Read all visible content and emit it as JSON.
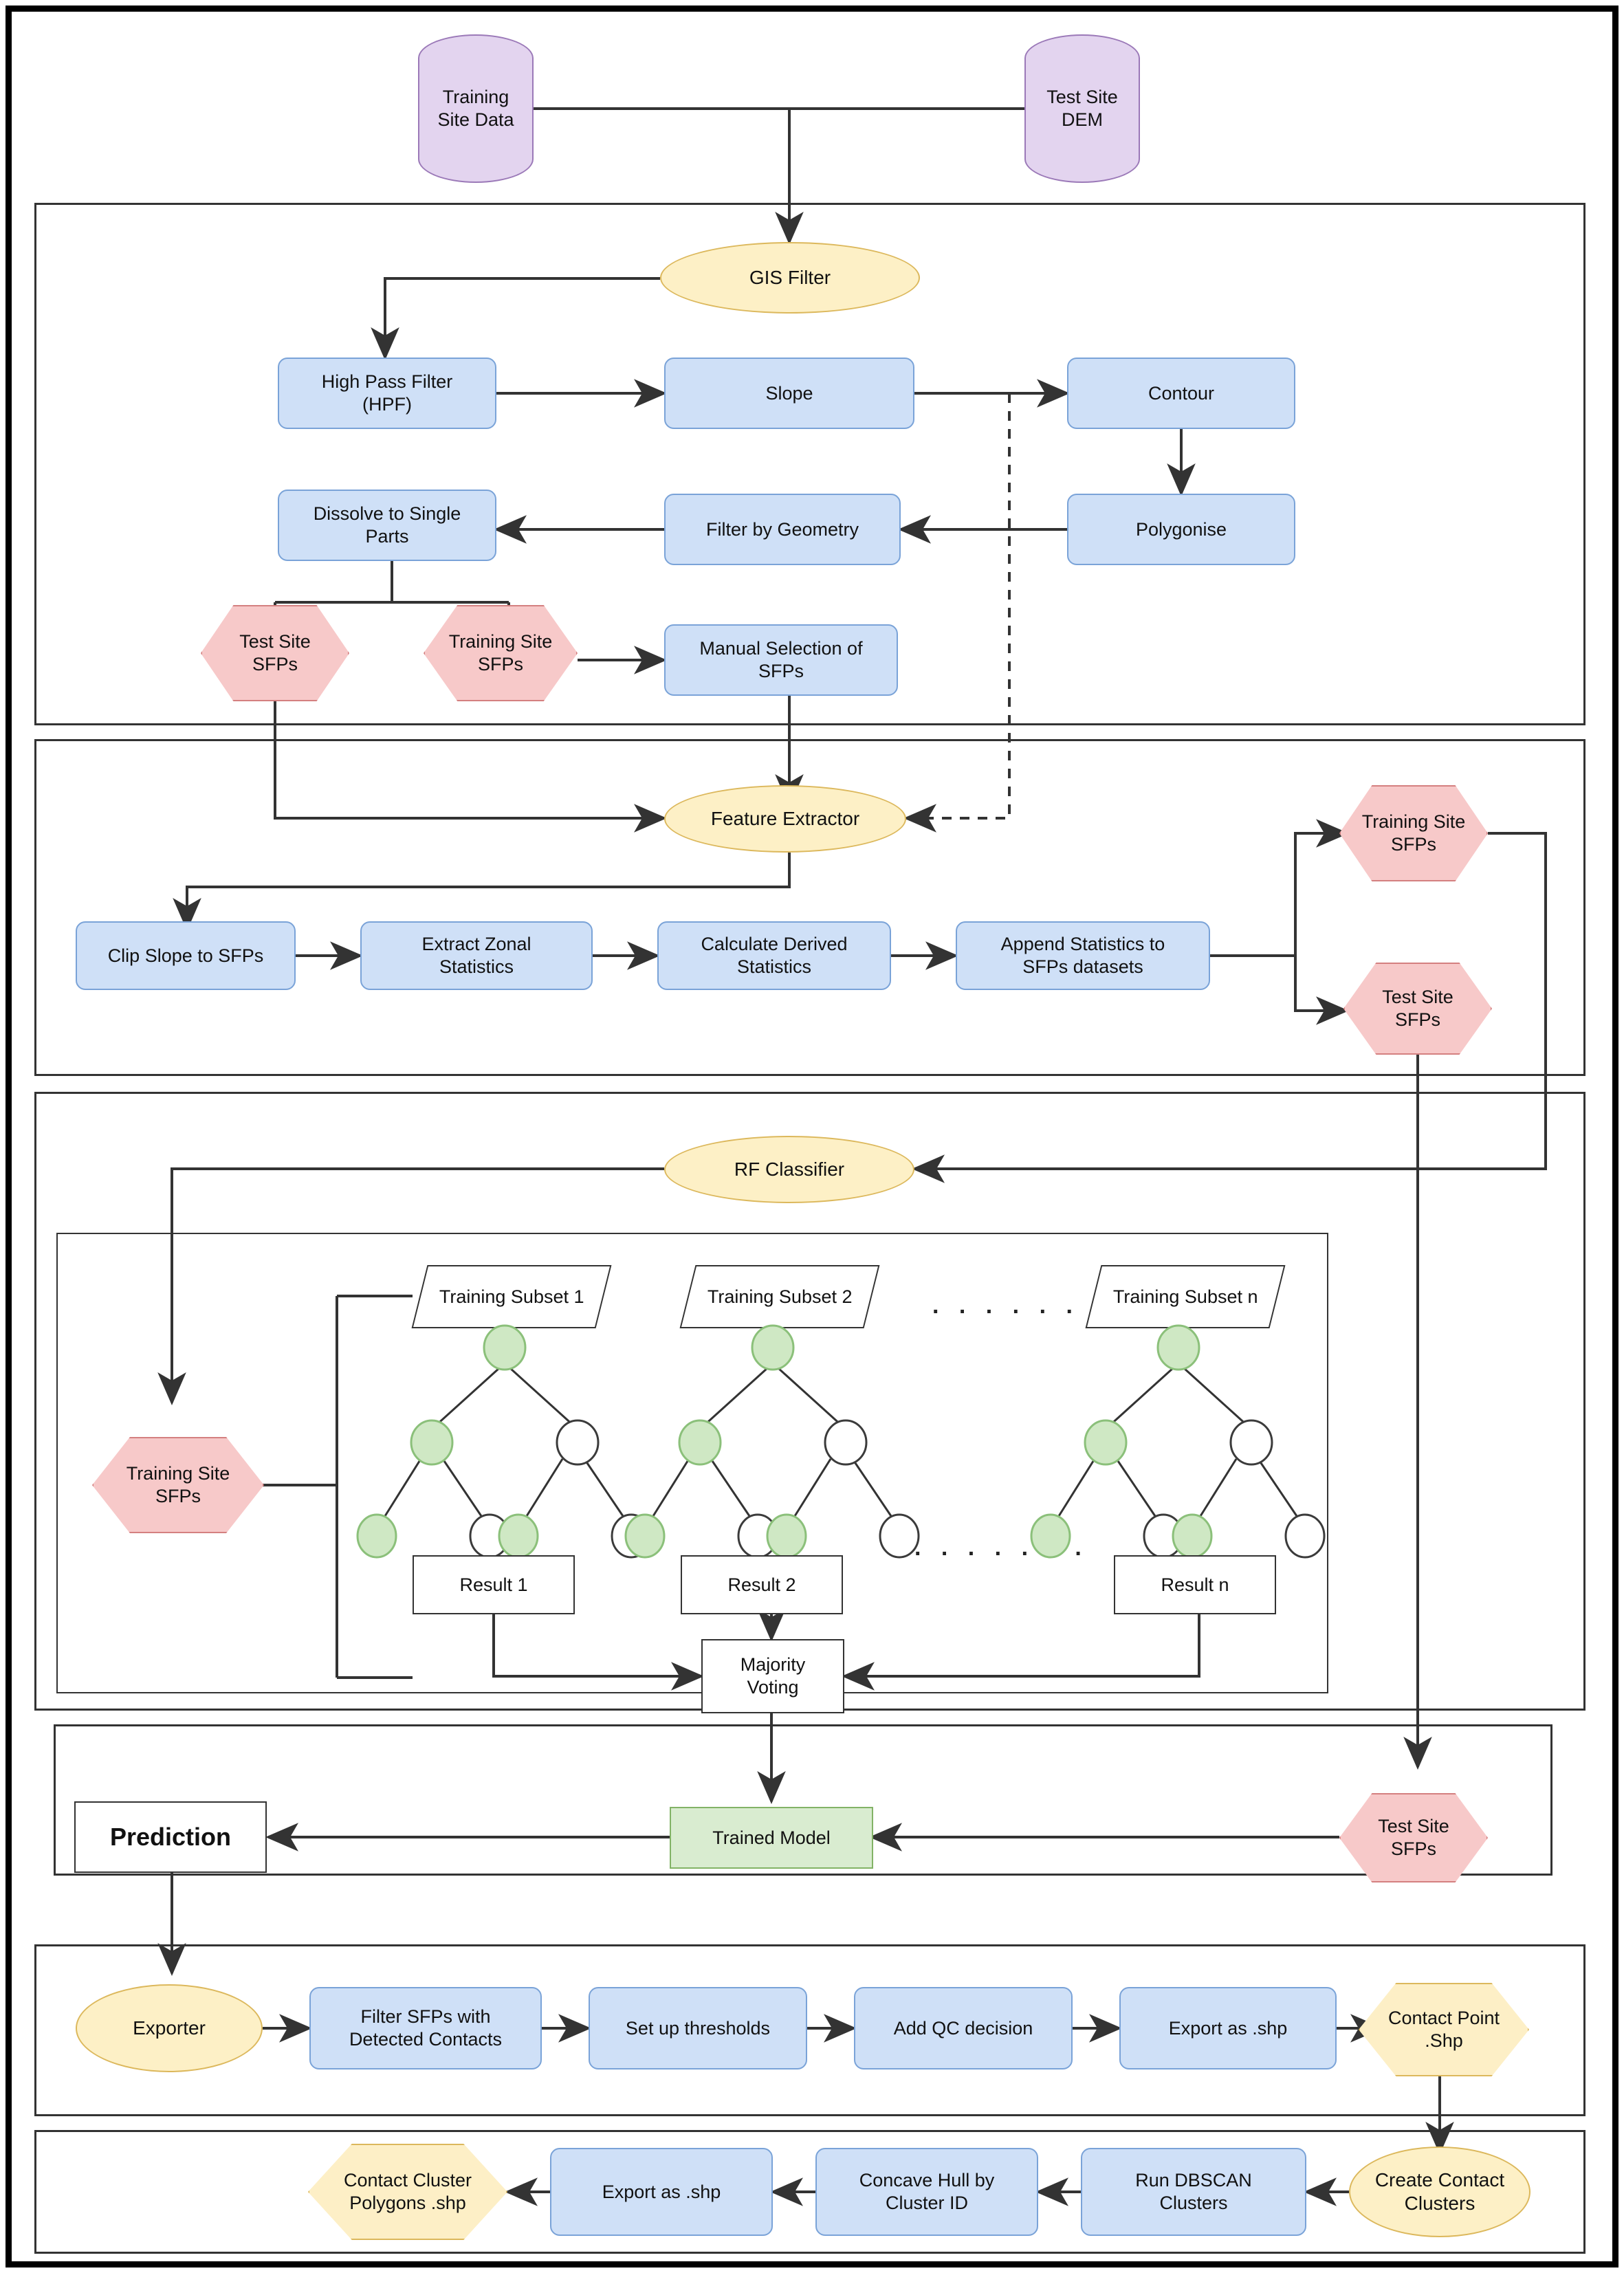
{
  "title": "SFP detection and classification workflow",
  "colors": {
    "process_fill": "#cfe0f7",
    "process_stroke": "#7aa3d8",
    "engine_fill": "#fdf0c6",
    "engine_stroke": "#dcb85c",
    "data_fill": "#f7c9c9",
    "data_stroke": "#d48080",
    "db_fill": "#e3d4ef",
    "db_stroke": "#9b79b8",
    "model_fill": "#d9ecd0",
    "model_stroke": "#82b366",
    "tree_node_fill": "#cfe8c4",
    "line": "#333333"
  },
  "sources": {
    "training_site_data": "Training\nSite Data",
    "test_site_dem": "Test Site\nDEM"
  },
  "gis_section": {
    "engine": "GIS Filter",
    "steps": {
      "hpf": "High Pass Filter\n(HPF)",
      "slope": "Slope",
      "contour": "Contour",
      "polygonise": "Polygonise",
      "filter_by_geometry": "Filter by Geometry",
      "dissolve": "Dissolve to Single\nParts",
      "manual_selection": "Manual Selection of\nSFPs"
    },
    "outputs": {
      "test_site_sfps": "Test Site\nSFPs",
      "training_site_sfps": "Training Site\nSFPs"
    }
  },
  "feature_section": {
    "engine": "Feature Extractor",
    "steps": {
      "clip_slope": "Clip Slope to SFPs",
      "zonal_stats": "Extract Zonal\nStatistics",
      "derived_stats": "Calculate Derived\nStatistics",
      "append_stats": "Append Statistics to\nSFPs datasets"
    },
    "outputs": {
      "training_site_sfps": "Training Site\nSFPs",
      "test_site_sfps": "Test Site\nSFPs"
    }
  },
  "rf_section": {
    "engine": "RF Classifier",
    "training_input": "Training Site\nSFPs",
    "subsets": [
      "Training Subset 1",
      "Training Subset 2",
      "Training Subset n"
    ],
    "results": [
      "Result 1",
      "Result 2",
      "Result n"
    ],
    "majority_voting": "Majority\nVoting",
    "ellipsis": ". . . . . . .",
    "ellipsis_top": ". . . . . .",
    "trees": [
      {
        "name": "tree-1",
        "nodes": [
          {
            "level": 0,
            "index": 0,
            "filled": true
          },
          {
            "level": 1,
            "index": 0,
            "filled": true
          },
          {
            "level": 1,
            "index": 1,
            "filled": false
          },
          {
            "level": 2,
            "index": 0,
            "filled": true
          },
          {
            "level": 2,
            "index": 1,
            "filled": false
          },
          {
            "level": 2,
            "index": 2,
            "filled": true
          },
          {
            "level": 2,
            "index": 3,
            "filled": false
          }
        ]
      },
      {
        "name": "tree-2",
        "nodes": [
          {
            "level": 0,
            "index": 0,
            "filled": true
          },
          {
            "level": 1,
            "index": 0,
            "filled": true
          },
          {
            "level": 1,
            "index": 1,
            "filled": false
          },
          {
            "level": 2,
            "index": 0,
            "filled": true
          },
          {
            "level": 2,
            "index": 1,
            "filled": false
          },
          {
            "level": 2,
            "index": 2,
            "filled": true
          },
          {
            "level": 2,
            "index": 3,
            "filled": false
          }
        ]
      },
      {
        "name": "tree-n",
        "nodes": [
          {
            "level": 0,
            "index": 0,
            "filled": true
          },
          {
            "level": 1,
            "index": 0,
            "filled": true
          },
          {
            "level": 1,
            "index": 1,
            "filled": false
          },
          {
            "level": 2,
            "index": 0,
            "filled": true
          },
          {
            "level": 2,
            "index": 1,
            "filled": false
          },
          {
            "level": 2,
            "index": 2,
            "filled": true
          },
          {
            "level": 2,
            "index": 3,
            "filled": false
          }
        ]
      }
    ]
  },
  "prediction_section": {
    "prediction": "Prediction",
    "trained_model": "Trained Model",
    "test_site_sfps": "Test Site\nSFPs"
  },
  "exporter_section": {
    "engine": "Exporter",
    "steps": {
      "filter_detected": "Filter SFPs with\nDetected Contacts",
      "thresholds": "Set up thresholds",
      "qc": "Add QC decision",
      "export_shp": "Export as .shp"
    },
    "output": "Contact Point\n.Shp"
  },
  "cluster_section": {
    "engine": "Create Contact\nClusters",
    "steps": {
      "dbscan": "Run DBSCAN\nClusters",
      "concave_hull": "Concave Hull by\nCluster ID",
      "export_shp": "Export as .shp"
    },
    "output": "Contact Cluster\nPolygons .shp"
  }
}
